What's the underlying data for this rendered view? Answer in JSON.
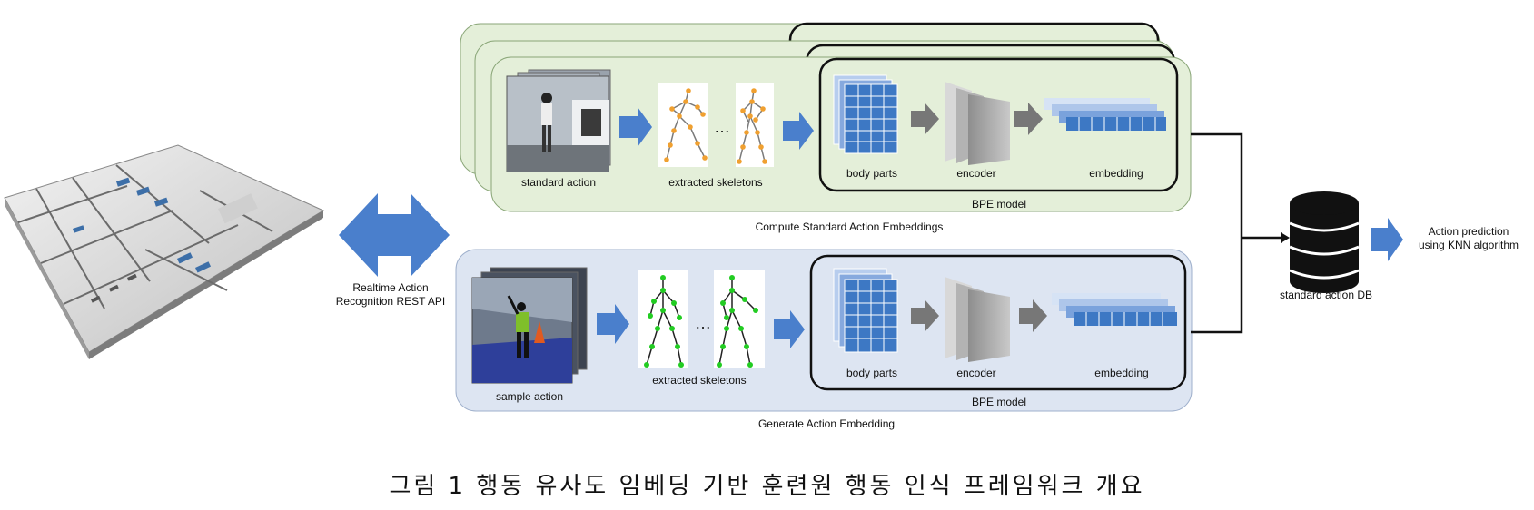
{
  "left": {
    "building_icon": "floor-plan-3d-icon",
    "api_label_line1": "Realtime Action",
    "api_label_line2": "Recognition REST API"
  },
  "top_panel": {
    "video_label": "standard action",
    "skeleton_label": "extracted skeletons",
    "ellipsis": "…",
    "model": {
      "body_parts_label": "body parts",
      "encoder_label": "encoder",
      "embedding_label": "embedding",
      "title": "BPE model"
    },
    "caption": "Compute Standard Action Embeddings",
    "fill_color": "#e4efd9",
    "joint_color": "#f0a030"
  },
  "bottom_panel": {
    "video_label": "sample action",
    "skeleton_label": "extracted skeletons",
    "ellipsis": "…",
    "model": {
      "body_parts_label": "body parts",
      "encoder_label": "encoder",
      "embedding_label": "embedding",
      "title": "BPE model"
    },
    "caption": "Generate Action Embedding",
    "fill_color": "#dde5f2",
    "joint_color": "#22cc22"
  },
  "database": {
    "icon": "database-icon",
    "label": "standard action DB"
  },
  "prediction": {
    "line1": "Action prediction",
    "line2": "using KNN algorithm"
  },
  "colors": {
    "arrow_blue": "#4a7fcc",
    "arrow_gray": "#777777",
    "grid_blue": "#3d78c4"
  },
  "figure_caption": "그림 1 행동 유사도 임베딩 기반 훈련원 행동 인식 프레임워크 개요"
}
